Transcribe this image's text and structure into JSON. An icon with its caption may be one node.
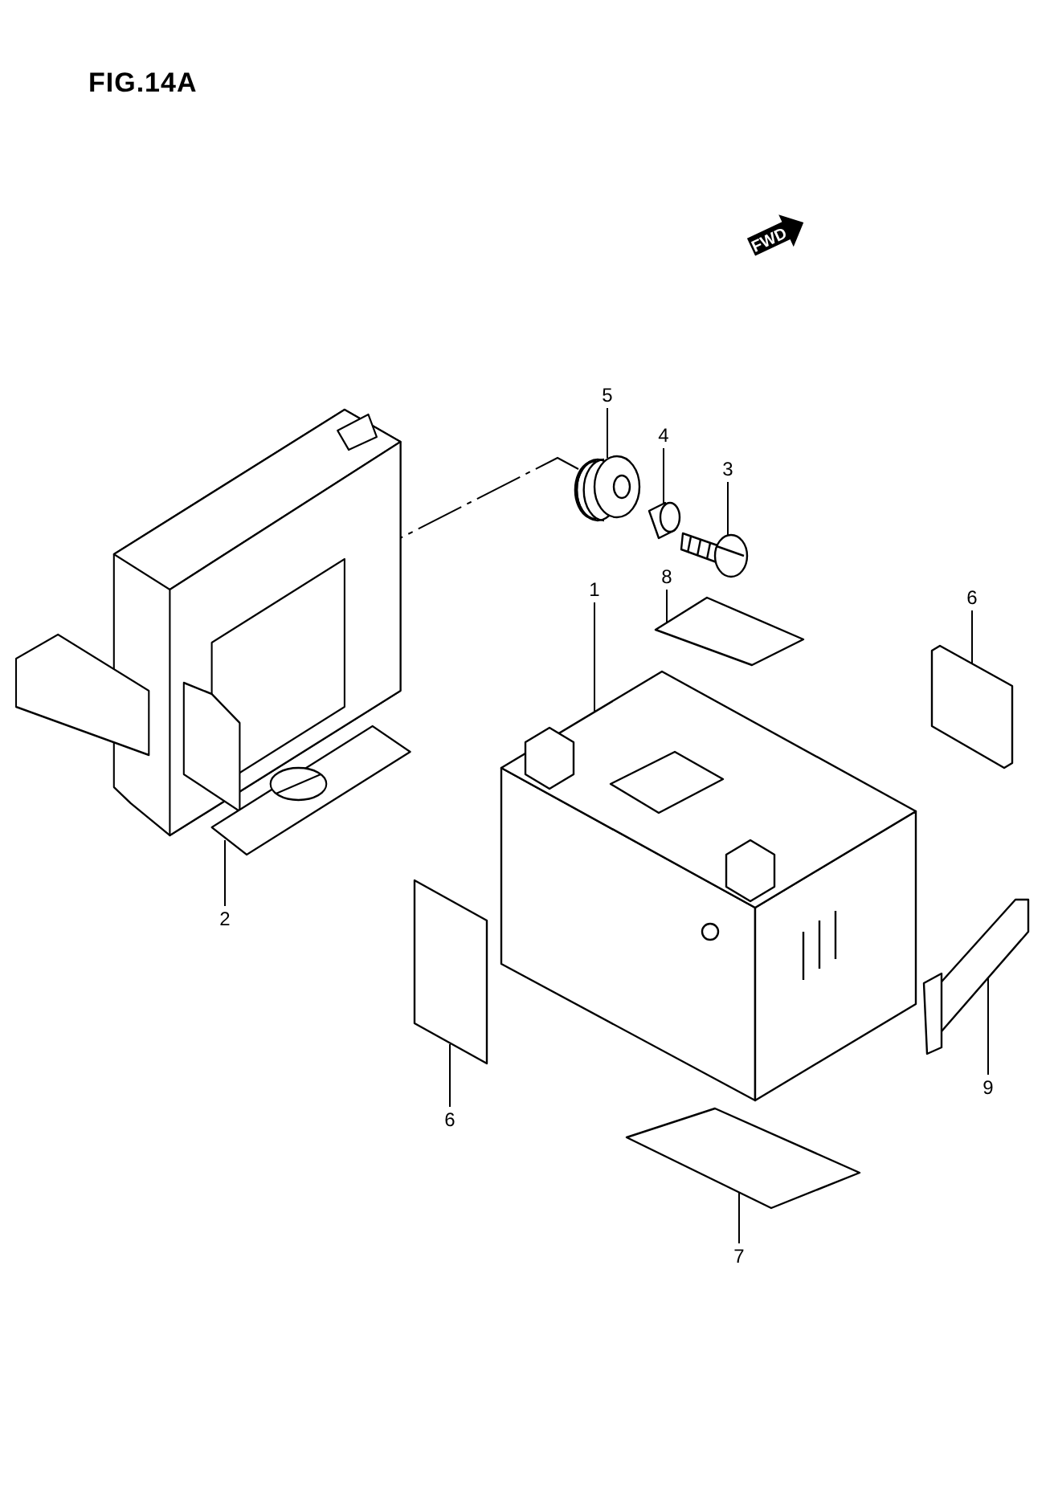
{
  "diagram": {
    "title": "FIG.14A",
    "nodes": [
      {
        "text": [
          "5"
        ]
      },
      {
        "text": [
          "4"
        ]
      },
      {
        "text": [
          "3"
        ]
      },
      {
        "text": [
          "1"
        ]
      },
      {
        "text": [
          "8"
        ]
      },
      {
        "text": [
          "6"
        ]
      },
      {
        "text": [
          "2"
        ]
      },
      {
        "text": [
          "6"
        ]
      },
      {
        "text": [
          "9"
        ]
      },
      {
        "text": [
          "7"
        ]
      },
      {
        "text": [],
        "shape": "picture"
      },
      {
        "text": [],
        "shape": "picture"
      },
      {
        "text": [],
        "shape": "picture"
      },
      {
        "text": [],
        "shape": "picture"
      },
      {
        "text": [],
        "shape": "picture"
      },
      {
        "text": [],
        "shape": "picture"
      },
      {
        "text": [],
        "shape": "picture"
      },
      {
        "text": [],
        "shape": "picture"
      },
      {
        "text": [],
        "shape": "picture"
      },
      {
        "text": [],
        "shape": "picture"
      }
    ],
    "edges": [
      {
        "from": 0,
        "to": 11,
        "arrow": "none"
      },
      {
        "from": 1,
        "to": 12,
        "arrow": "none"
      },
      {
        "from": 2,
        "to": 13,
        "arrow": "none"
      },
      {
        "from": 3,
        "to": 14,
        "arrow": "none"
      },
      {
        "from": 4,
        "to": 15,
        "arrow": "none"
      },
      {
        "from": 5,
        "to": 16,
        "arrow": "none"
      },
      {
        "from": 6,
        "to": 10,
        "arrow": "none"
      },
      {
        "from": 7,
        "to": 17,
        "arrow": "none"
      },
      {
        "from": 8,
        "to": 18,
        "arrow": "none"
      },
      {
        "from": 9,
        "to": 19,
        "arrow": "none"
      },
      {
        "from": 11,
        "to": 10,
        "arrow": "none",
        "style": "dashed"
      }
    ],
    "labels": [
      "FWD"
    ]
  }
}
